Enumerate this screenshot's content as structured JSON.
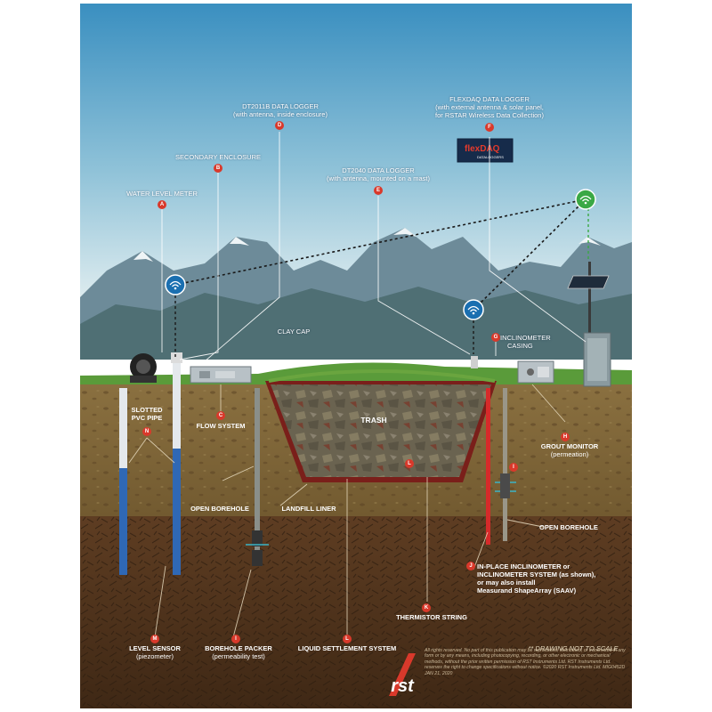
{
  "labels": {
    "water_level_meter": "WATER LEVEL METER",
    "secondary_enclosure": "SECONDARY ENCLOSURE",
    "dt2011b_title": "DT2011B DATA LOGGER",
    "dt2011b_sub": "(with antenna, inside enclosure)",
    "dt2040_title": "DT2040 DATA LOGGER",
    "dt2040_sub": "(with antenna, mounted on a mast)",
    "flexdaq_title": "FLEXDAQ DATA LOGGER",
    "flexdaq_sub1": "(with external antenna & solar panel,",
    "flexdaq_sub2": "for RSTAR Wireless Data Collection)",
    "flexdaq_logo_main": "flexDAQ",
    "flexdaq_logo_sub": "DATALOGGERS",
    "clay_cap": "CLAY CAP",
    "inclinometer_casing_1": "INCLINOMETER",
    "inclinometer_casing_2": "CASING",
    "slotted_pvc_1": "SLOTTED",
    "slotted_pvc_2": "PVC PIPE",
    "flow_system": "FLOW SYSTEM",
    "trash": "TRASH",
    "grout_monitor": "GROUT MONITOR",
    "grout_monitor_sub": "(permeation)",
    "open_borehole_left": "OPEN BOREHOLE",
    "landfill_liner": "LANDFILL LINER",
    "open_borehole_right": "OPEN BOREHOLE",
    "inplace_1": "IN-PLACE INCLINOMETER or",
    "inplace_2": "INCLINOMETER SYSTEM (as shown),",
    "inplace_3": "or may also install",
    "inplace_4": "Measurand ShapeArray (SAAV)",
    "thermistor_string": "THERMISTOR STRING",
    "level_sensor": "LEVEL SENSOR",
    "level_sensor_sub": "(piezometer)",
    "borehole_packer": "BOREHOLE PACKER",
    "borehole_packer_sub": "(permeability test)",
    "liquid_settlement": "LIQUID SETTLEMENT SYSTEM",
    "not_to_scale": "** DRAWING NOT TO SCALE",
    "rst_logo": "rst",
    "copyright": "All rights reserved. No part of this publication may be reproduced, distributed, or transmitted in any form or by any means, including photocopying, recording, or other electronic or mechanical methods, without the prior written permission of RST Instruments Ltd. RST Instruments Ltd. reserves the right to change specifications without notice. ©2020 RST Instruments Ltd. MIG0452D JAN 21, 2020"
  },
  "badges": {
    "A": "A",
    "B": "B",
    "C": "C",
    "D": "D",
    "E": "E",
    "F": "F",
    "G": "G",
    "H": "H",
    "I": "I",
    "J": "J",
    "K": "K",
    "L": "L",
    "M": "M",
    "N": "N"
  },
  "colors": {
    "sky_top": "#3a8fc0",
    "sky_bottom": "#d7e9ee",
    "ground_top": "#806838",
    "ground_deep": "#4f331c",
    "badge": "#d9392b",
    "wireless": "#1a6fb0",
    "grass": "#5a9b3a"
  }
}
